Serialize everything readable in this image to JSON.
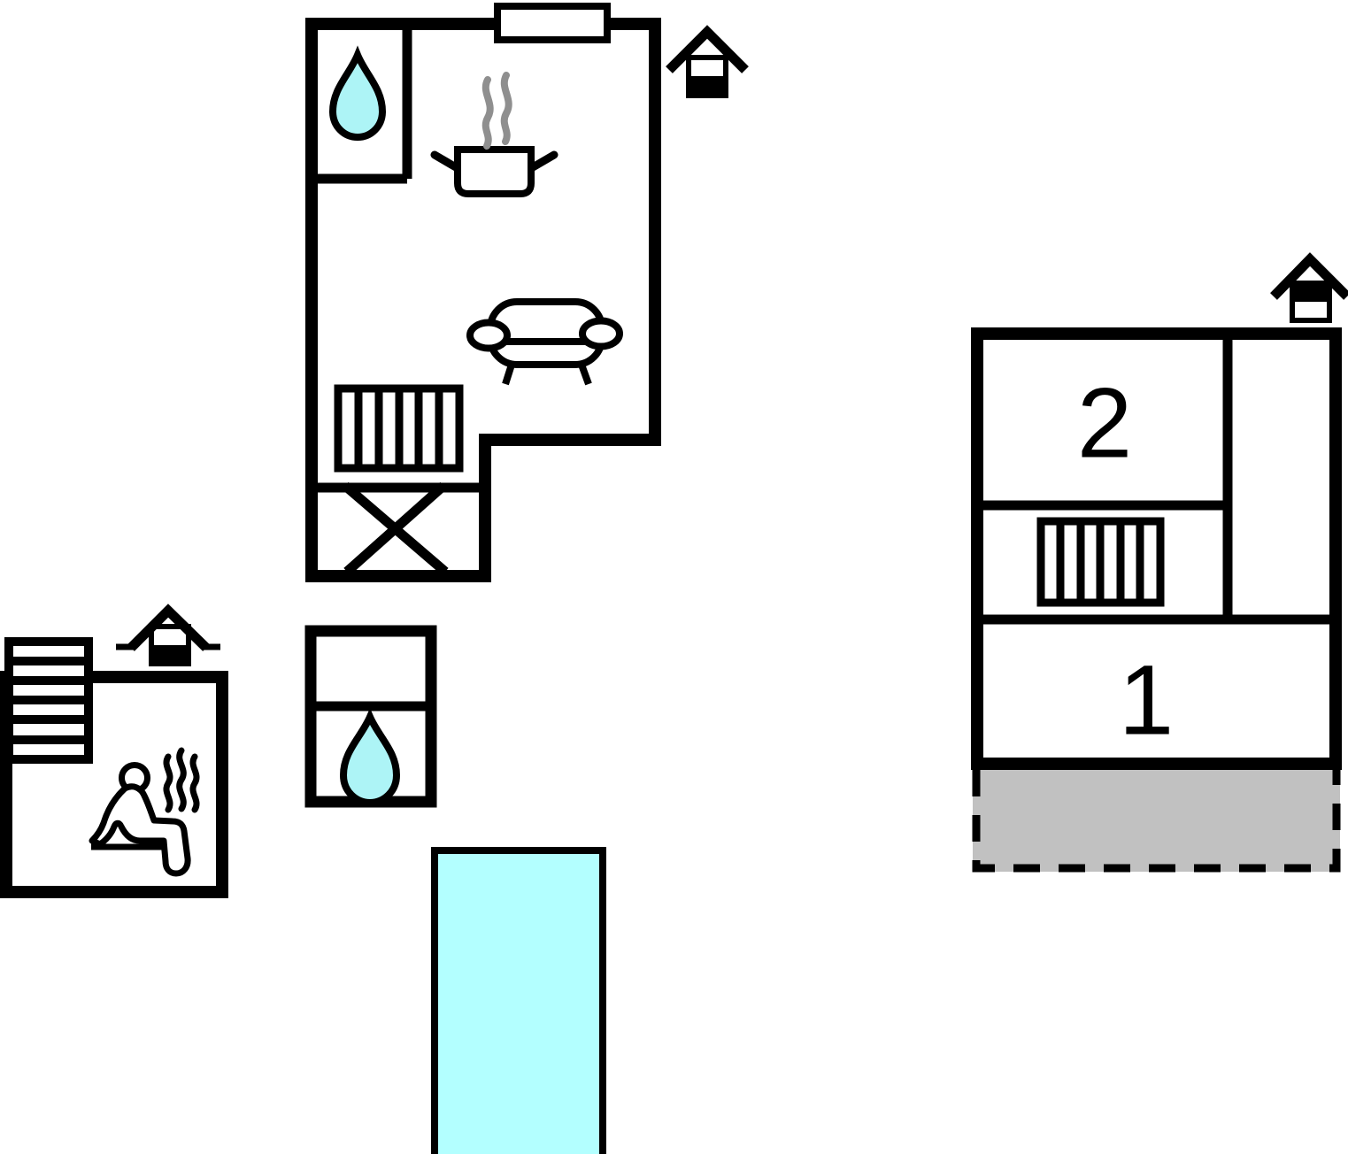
{
  "page": {
    "type": "floor-plan"
  },
  "labels": {
    "room1": "1",
    "room2": "2"
  },
  "colors": {
    "wall": "#000000",
    "background": "#ffffff",
    "water": "#adf4f6",
    "pool": "#b3ffff",
    "terrace": "#c1c1c1",
    "steam": "#8f8f8f"
  },
  "icons": [
    {
      "name": "floor-indicator-ground-icon"
    },
    {
      "name": "floor-indicator-upper-icon"
    },
    {
      "name": "floor-indicator-basement-icon"
    },
    {
      "name": "water-drop-icon"
    },
    {
      "name": "cooking-pot-icon"
    },
    {
      "name": "steam-icon"
    },
    {
      "name": "sofa-icon"
    },
    {
      "name": "stairs-icon"
    },
    {
      "name": "void-cross-icon"
    },
    {
      "name": "sauna-person-icon"
    },
    {
      "name": "pool-icon"
    },
    {
      "name": "terrace-area"
    }
  ]
}
